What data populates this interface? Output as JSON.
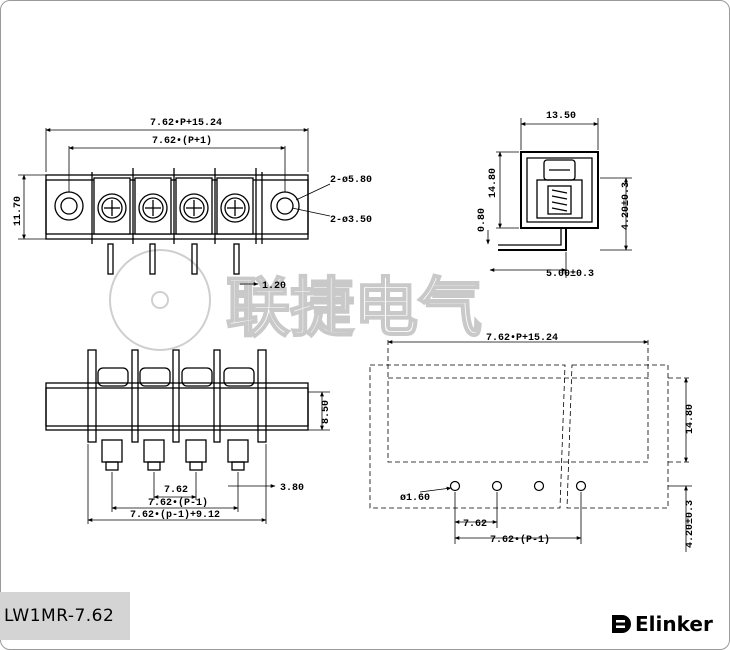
{
  "model": "LW1MR-7.62",
  "brand": "Elinker",
  "watermark": "联捷电气",
  "dims": {
    "pitch_total_top": "7.62•P+15.24",
    "pitch_inner_top": "7.62•(P+1)",
    "height_left": "11.70",
    "hole_large": "2-ø5.80",
    "hole_small": "2-ø3.50",
    "pin_width": "1.20",
    "side_width": "13.50",
    "side_height": "14.80",
    "side_pin_offset": "0.80",
    "side_pin_len": "4.20±0.3",
    "side_foot": "5.00±0.3",
    "front_height": "8.50",
    "front_pitch": "7.62",
    "front_end": "3.80",
    "front_span": "7.62•(P-1)",
    "front_total": "7.62•(p-1)+9.12",
    "pcb_total": "7.62•P+15.24",
    "pcb_height": "14.80",
    "pcb_hole": "ø1.60",
    "pcb_pitch": "7.62",
    "pcb_span": "7.62•(P-1)",
    "pcb_pin_len": "4.20±0.3"
  }
}
